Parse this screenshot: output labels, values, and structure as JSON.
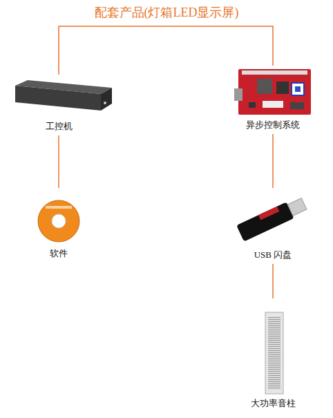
{
  "diagram": {
    "title": "配套产品(灯箱LED显示屏)",
    "nodes": [
      {
        "text": [
          "工控机"
        ]
      },
      {
        "text": [
          "异步控制系统"
        ]
      },
      {
        "text": [
          "软件"
        ]
      },
      {
        "text": [
          "USB 闪盘"
        ]
      },
      {
        "text": [
          "大功率音柱"
        ]
      }
    ],
    "edges": [
      {
        "from": 0,
        "to": 1,
        "arrow": "none"
      },
      {
        "from": 0,
        "to": 2,
        "arrow": "none"
      },
      {
        "from": 1,
        "to": 3,
        "arrow": "none"
      },
      {
        "from": 3,
        "to": 4,
        "arrow": "none"
      }
    ]
  }
}
